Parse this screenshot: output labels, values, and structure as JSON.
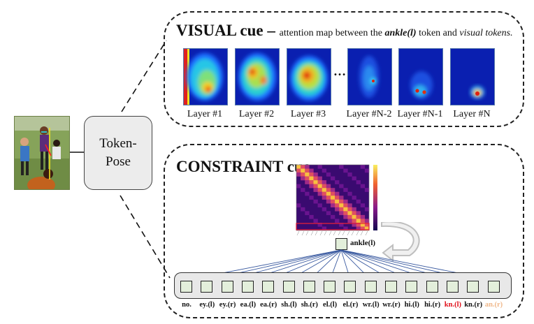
{
  "input_block": {
    "label_line1": "Token-",
    "label_line2": "Pose"
  },
  "visual_panel": {
    "title_bold": "VISUAL cue",
    "title_dash": " – ",
    "title_part1": "attention map between the ",
    "title_emph": "ankle(l)",
    "title_part2": " token and ",
    "title_ital": "visual tokens.",
    "ellipsis": "…",
    "layers": [
      "Layer #1",
      "Layer #2",
      "Layer #3",
      "Layer #N-2",
      "Layer #N-1",
      "Layer #N"
    ]
  },
  "constraint_panel": {
    "title": "CONSTRAINT cue",
    "query_token": "ankle(l)",
    "tokens": [
      "no.",
      "ey.(l)",
      "ey.(r)",
      "ea.(l)",
      "ea.(r)",
      "sh.(l)",
      "sh.(r)",
      "el.(l)",
      "el.(r)",
      "wr.(l)",
      "wr.(r)",
      "hi.(l)",
      "hi.(r)",
      "kn.(l)",
      "kn.(r)",
      "an.(r)"
    ],
    "token_colors": {
      "default": "#111111",
      "kn.(l)": "#e0101a",
      "an.(r)": "#f0b88a"
    }
  }
}
